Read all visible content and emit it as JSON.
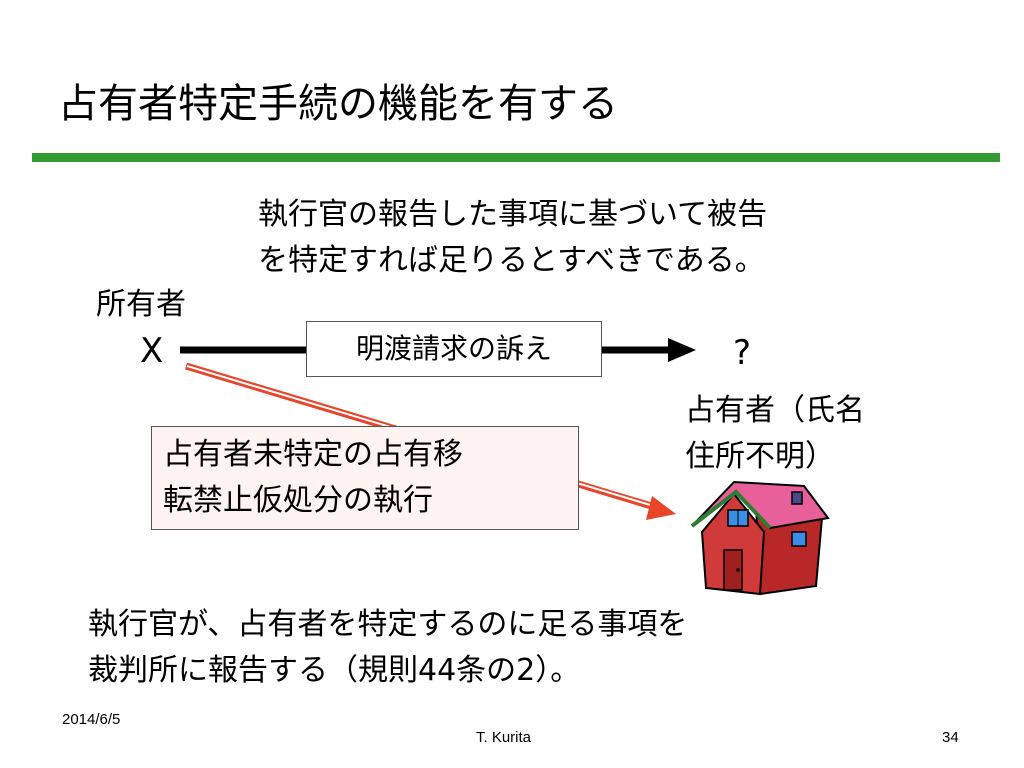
{
  "slide": {
    "title": "占有者特定手続の機能を有する",
    "lead_line1": "執行官の報告した事項に基づいて被告",
    "lead_line2": "を特定すれば足りるとすべきである。",
    "owner_label": "所有者",
    "owner_symbol": "X",
    "suit_box": "明渡請求の訴え",
    "unknown_mark": "?",
    "occupant_line1": "占有者（氏名",
    "occupant_line2": "住所不明）",
    "injunction_line1": "占有者未特定の占有移",
    "injunction_line2": "転禁止仮処分の執行",
    "note_line1": "執行官が、占有者を特定するのに足る事項を",
    "note_line2": "裁判所に報告する（規則44条の2）。"
  },
  "footer": {
    "date": "2014/6/5",
    "author": "T. Kurita",
    "page_number": "34"
  },
  "colors": {
    "title_rule": "#339933",
    "arrow_main": "#000000",
    "arrow_injunction": "#e8452a",
    "injunction_box_fill": "#fff4f2",
    "house_wall": "#c83232",
    "house_roof": "#e8609a"
  },
  "icons": {
    "house": "house-icon"
  }
}
